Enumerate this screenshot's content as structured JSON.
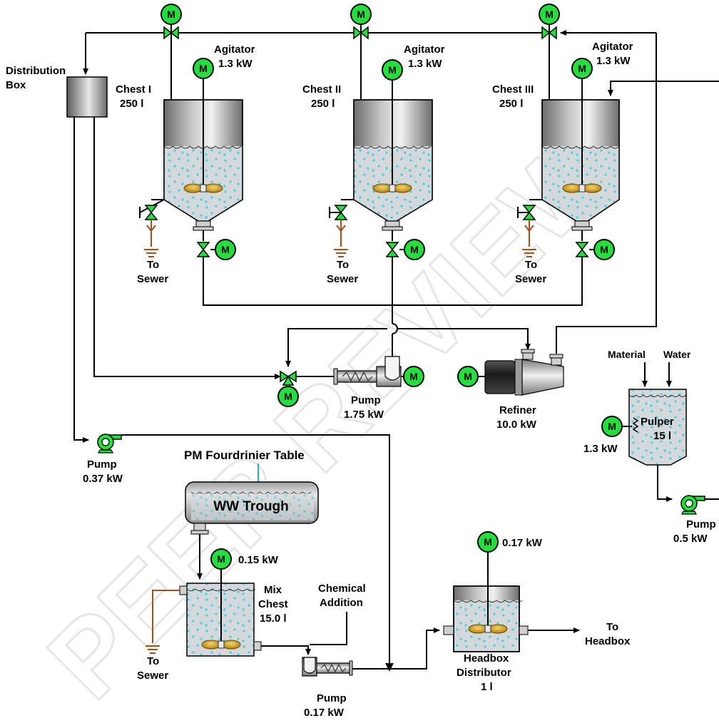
{
  "labels": {
    "distribution_box": [
      "Distribution",
      "Box"
    ],
    "chest1": [
      "Chest I",
      "250 l"
    ],
    "chest2": [
      "Chest II",
      "250 l"
    ],
    "chest3": [
      "Chest III",
      "250 l"
    ],
    "agitator1": [
      "Agitator",
      "1.3 kW"
    ],
    "agitator2": [
      "Agitator",
      "1.3 kW"
    ],
    "agitator3": [
      "Agitator",
      "1.3 kW"
    ],
    "sewer1": [
      "To",
      "Sewer"
    ],
    "sewer2": [
      "To",
      "Sewer"
    ],
    "sewer3": [
      "To",
      "Sewer"
    ],
    "sewer4": [
      "To",
      "Sewer"
    ],
    "pump_main": [
      "Pump",
      "1.75 kW"
    ],
    "refiner": [
      "Refiner",
      "10.0 kW"
    ],
    "material": "Material",
    "water": "Water",
    "pulper": [
      "Pulper",
      "15 l"
    ],
    "pulper_motor": "1.3 kW",
    "pump_pulper": [
      "Pump",
      "0.5 kW"
    ],
    "pump_box": [
      "Pump",
      "0.37 kW"
    ],
    "pm_table": "PM Fourdrinier Table",
    "ww_trough": "WW Trough",
    "mix_motor": "0.15 kW",
    "mix_chest": [
      "Mix",
      "Chest",
      "15.0 l"
    ],
    "chemical": [
      "Chemical",
      "Addition"
    ],
    "pump_mix": [
      "Pump",
      "0.17 kW"
    ],
    "headbox_motor": "0.17 kW",
    "headbox_dist": [
      "Headbox",
      "Distributor",
      "1 l"
    ],
    "to_headbox": [
      "To",
      "Headbox"
    ],
    "motor_symbol": "M",
    "watermark": "PEER REVIEW"
  },
  "colors": {
    "motor_green": "#22e03c",
    "valve_green": "#22e03c",
    "liquid": "#d5d8da",
    "dots": "#33d4e6",
    "agitator_blade": "#d7a21c",
    "sewer_brown": "#a0521e",
    "feed_blue": "#2aa6e0"
  }
}
